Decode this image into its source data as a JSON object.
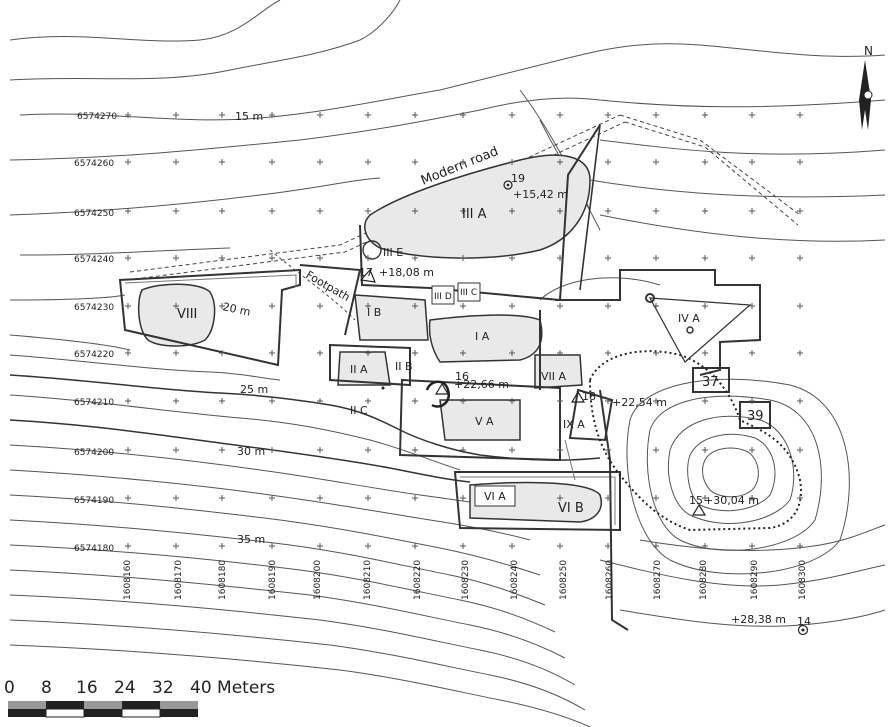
{
  "north_label": "N",
  "elevation_labels": [
    "15 m",
    "20 m",
    "25 m",
    "30 m",
    "35 m"
  ],
  "road_label": "Modern road",
  "footpath_label": "Footpath",
  "northing_ticks": [
    "6574270",
    "6574260",
    "6574250",
    "6574240",
    "6574230",
    "6574220",
    "6574210",
    "6574200",
    "6574190",
    "6574180"
  ],
  "easting_ticks": [
    "1608160",
    "1608170",
    "1608180",
    "1608190",
    "1608200",
    "1608210",
    "1608220",
    "1608230",
    "1608240",
    "1608250",
    "1608260",
    "1608270",
    "1608280",
    "1608290",
    "1608300"
  ],
  "areas": {
    "IIIA": "III A",
    "IIIE": "III E",
    "IIID": "III D",
    "IIIC": "III C",
    "IA": "I A",
    "IB": "I B",
    "IIA": "II A",
    "IIB": "II B",
    "IIC": "II C",
    "VA": "V A",
    "VIIA": "VII A",
    "IXA": "IX A",
    "VIA": "VI A",
    "VIB": "VI B",
    "VIII": "VIII",
    "IVA": "IV A",
    "B37": "37",
    "B39": "39"
  },
  "points": {
    "p19": "19",
    "p19_elev": "+15,42 m",
    "p17": "17",
    "p17_elev": "+18,08 m",
    "p16": "16",
    "p16_elev": "+22,66 m",
    "p18": "18",
    "p18_elev": "+22,54 m",
    "p15": "15",
    "p15_elev": "+30,04 m",
    "p14": "14",
    "p14_elev": "+28,38 m"
  },
  "scale": {
    "ticks": [
      "0",
      "8",
      "16",
      "24",
      "32",
      "40 Meters"
    ]
  }
}
